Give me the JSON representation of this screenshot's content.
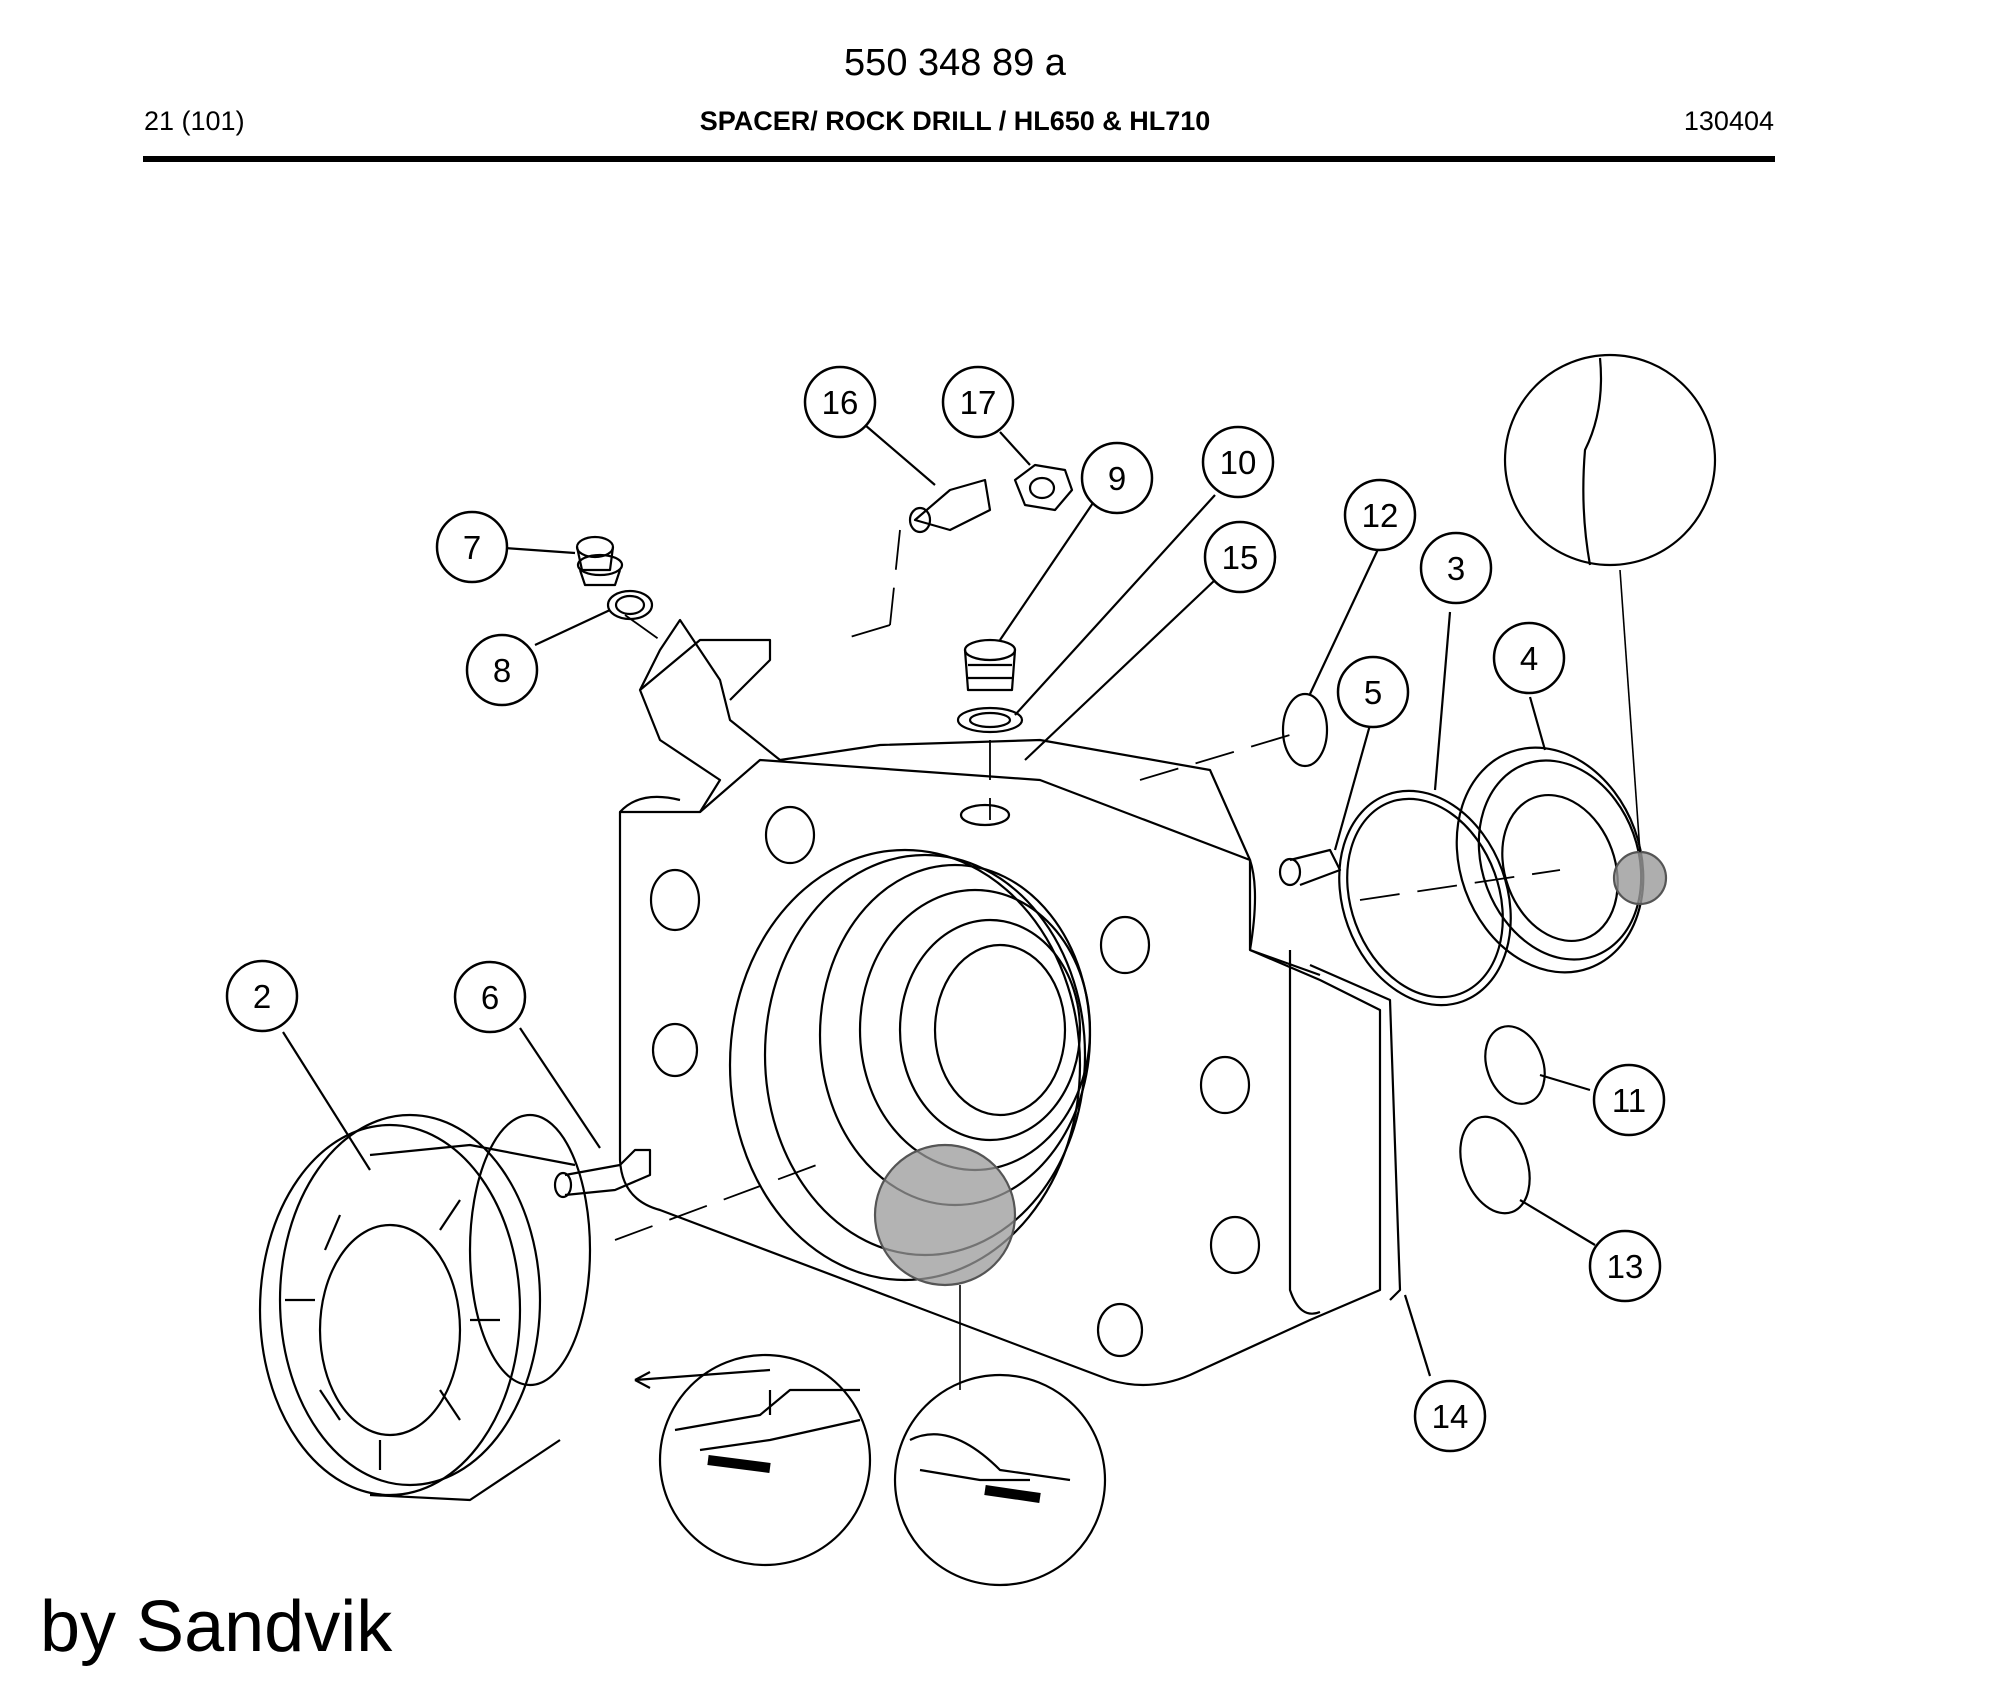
{
  "header": {
    "doc_number": "550 348 89 a",
    "page_ref": "21 (101)",
    "title": "SPACER/ ROCK DRILL / HL650 & HL710",
    "date": "130404"
  },
  "callouts": [
    "2",
    "3",
    "4",
    "5",
    "6",
    "7",
    "8",
    "9",
    "10",
    "11",
    "12",
    "13",
    "14",
    "15",
    "16",
    "17"
  ],
  "footer": {
    "text": "by Sandvik"
  }
}
